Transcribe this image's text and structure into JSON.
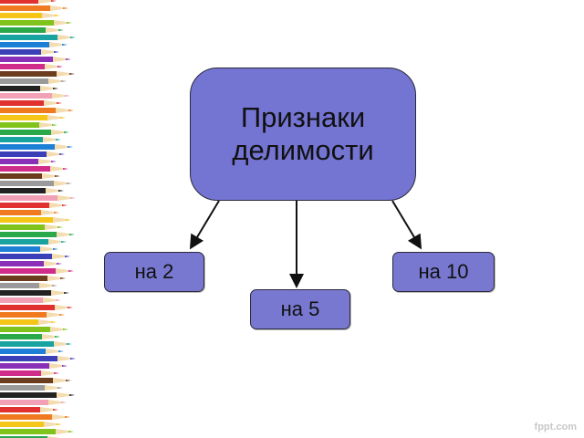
{
  "main_node": {
    "line1": "Признаки",
    "line2": "делимости"
  },
  "children": [
    {
      "label": "на 2"
    },
    {
      "label": "на 5"
    },
    {
      "label": "на 10"
    }
  ],
  "watermark": "fppt.com",
  "colors": {
    "node_fill": "#7474d2",
    "arrow": "#111111",
    "background": "#ffffff"
  },
  "decoration": "colored-pencils-border"
}
